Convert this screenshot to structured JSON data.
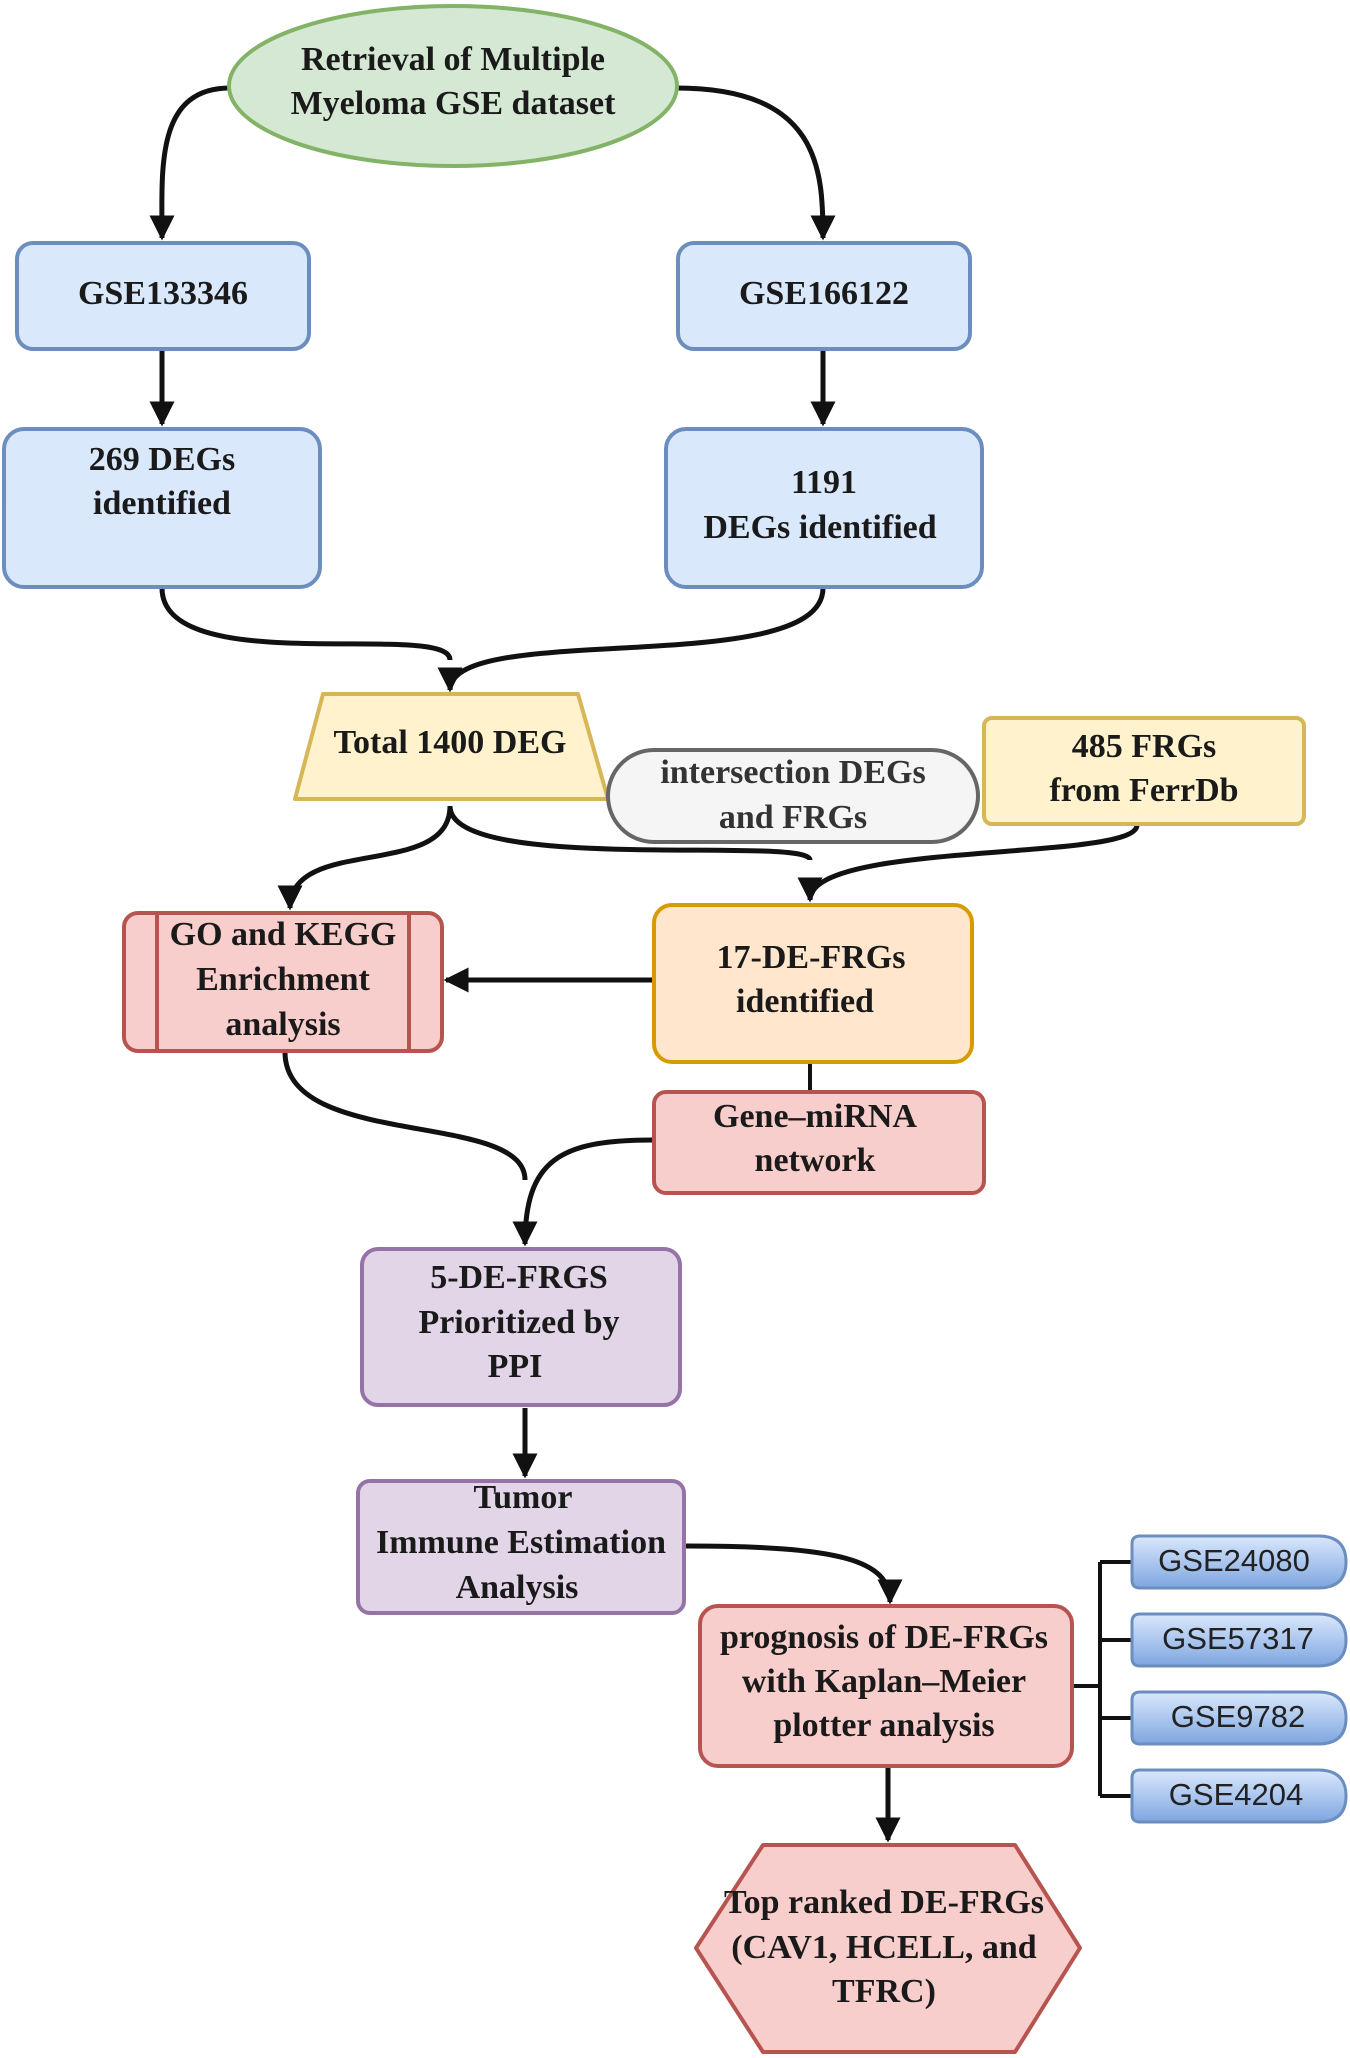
{
  "nodes": {
    "retrieval": [
      "Retrieval of Multiple",
      "Myeloma GSE dataset"
    ],
    "gse133346": [
      "GSE133346"
    ],
    "gse166122": [
      "GSE166122"
    ],
    "degs_269": [
      "269 DEGs",
      "identified"
    ],
    "degs_1191": [
      "1191",
      "DEGs identified"
    ],
    "total_deg": [
      "Total 1400 DEG"
    ],
    "intersection": [
      "intersection DEGs",
      "and FRGs"
    ],
    "frgs_485": [
      "485 FRGs",
      "from FerrDb"
    ],
    "go_kegg": [
      "GO and KEGG",
      "Enrichment",
      "analysis"
    ],
    "de_frgs_17": [
      "17-DE-FRGs",
      "identified"
    ],
    "gene_mirna": [
      "Gene–miRNA",
      "network"
    ],
    "de_frgs_5": [
      "5-DE-FRGS",
      "Prioritized by",
      "PPI"
    ],
    "tumor_immune": [
      "Tumor",
      "Immune Estimation",
      "Analysis"
    ],
    "prognosis": [
      "prognosis of DE-FRGs",
      "with Kaplan–Meier",
      "plotter analysis"
    ],
    "top_ranked": [
      "Top ranked DE-FRGs",
      "(CAV1, HCELL, and",
      "TFRC)"
    ]
  },
  "validation_datasets": [
    "GSE24080",
    "GSE57317",
    "GSE9782",
    "GSE4204"
  ],
  "colors": {
    "green_fill": "#d5e8d4",
    "green_stroke": "#82b366",
    "blue_fill": "#dae8fc",
    "blue_stroke": "#6c8ebf",
    "yellow_fill": "#fff2cc",
    "yellow_stroke": "#d6b656",
    "orange_fill": "#ffe6cc",
    "orange_stroke": "#d79b00",
    "red_fill": "#f8cecc",
    "red_stroke": "#b85450",
    "purple_fill": "#e1d5e7",
    "purple_stroke": "#9673a6",
    "grey_fill": "#f5f5f5",
    "grey_stroke": "#666666",
    "gse_fill_top": "#dae8fc",
    "gse_fill_bottom": "#7ea6e0"
  }
}
